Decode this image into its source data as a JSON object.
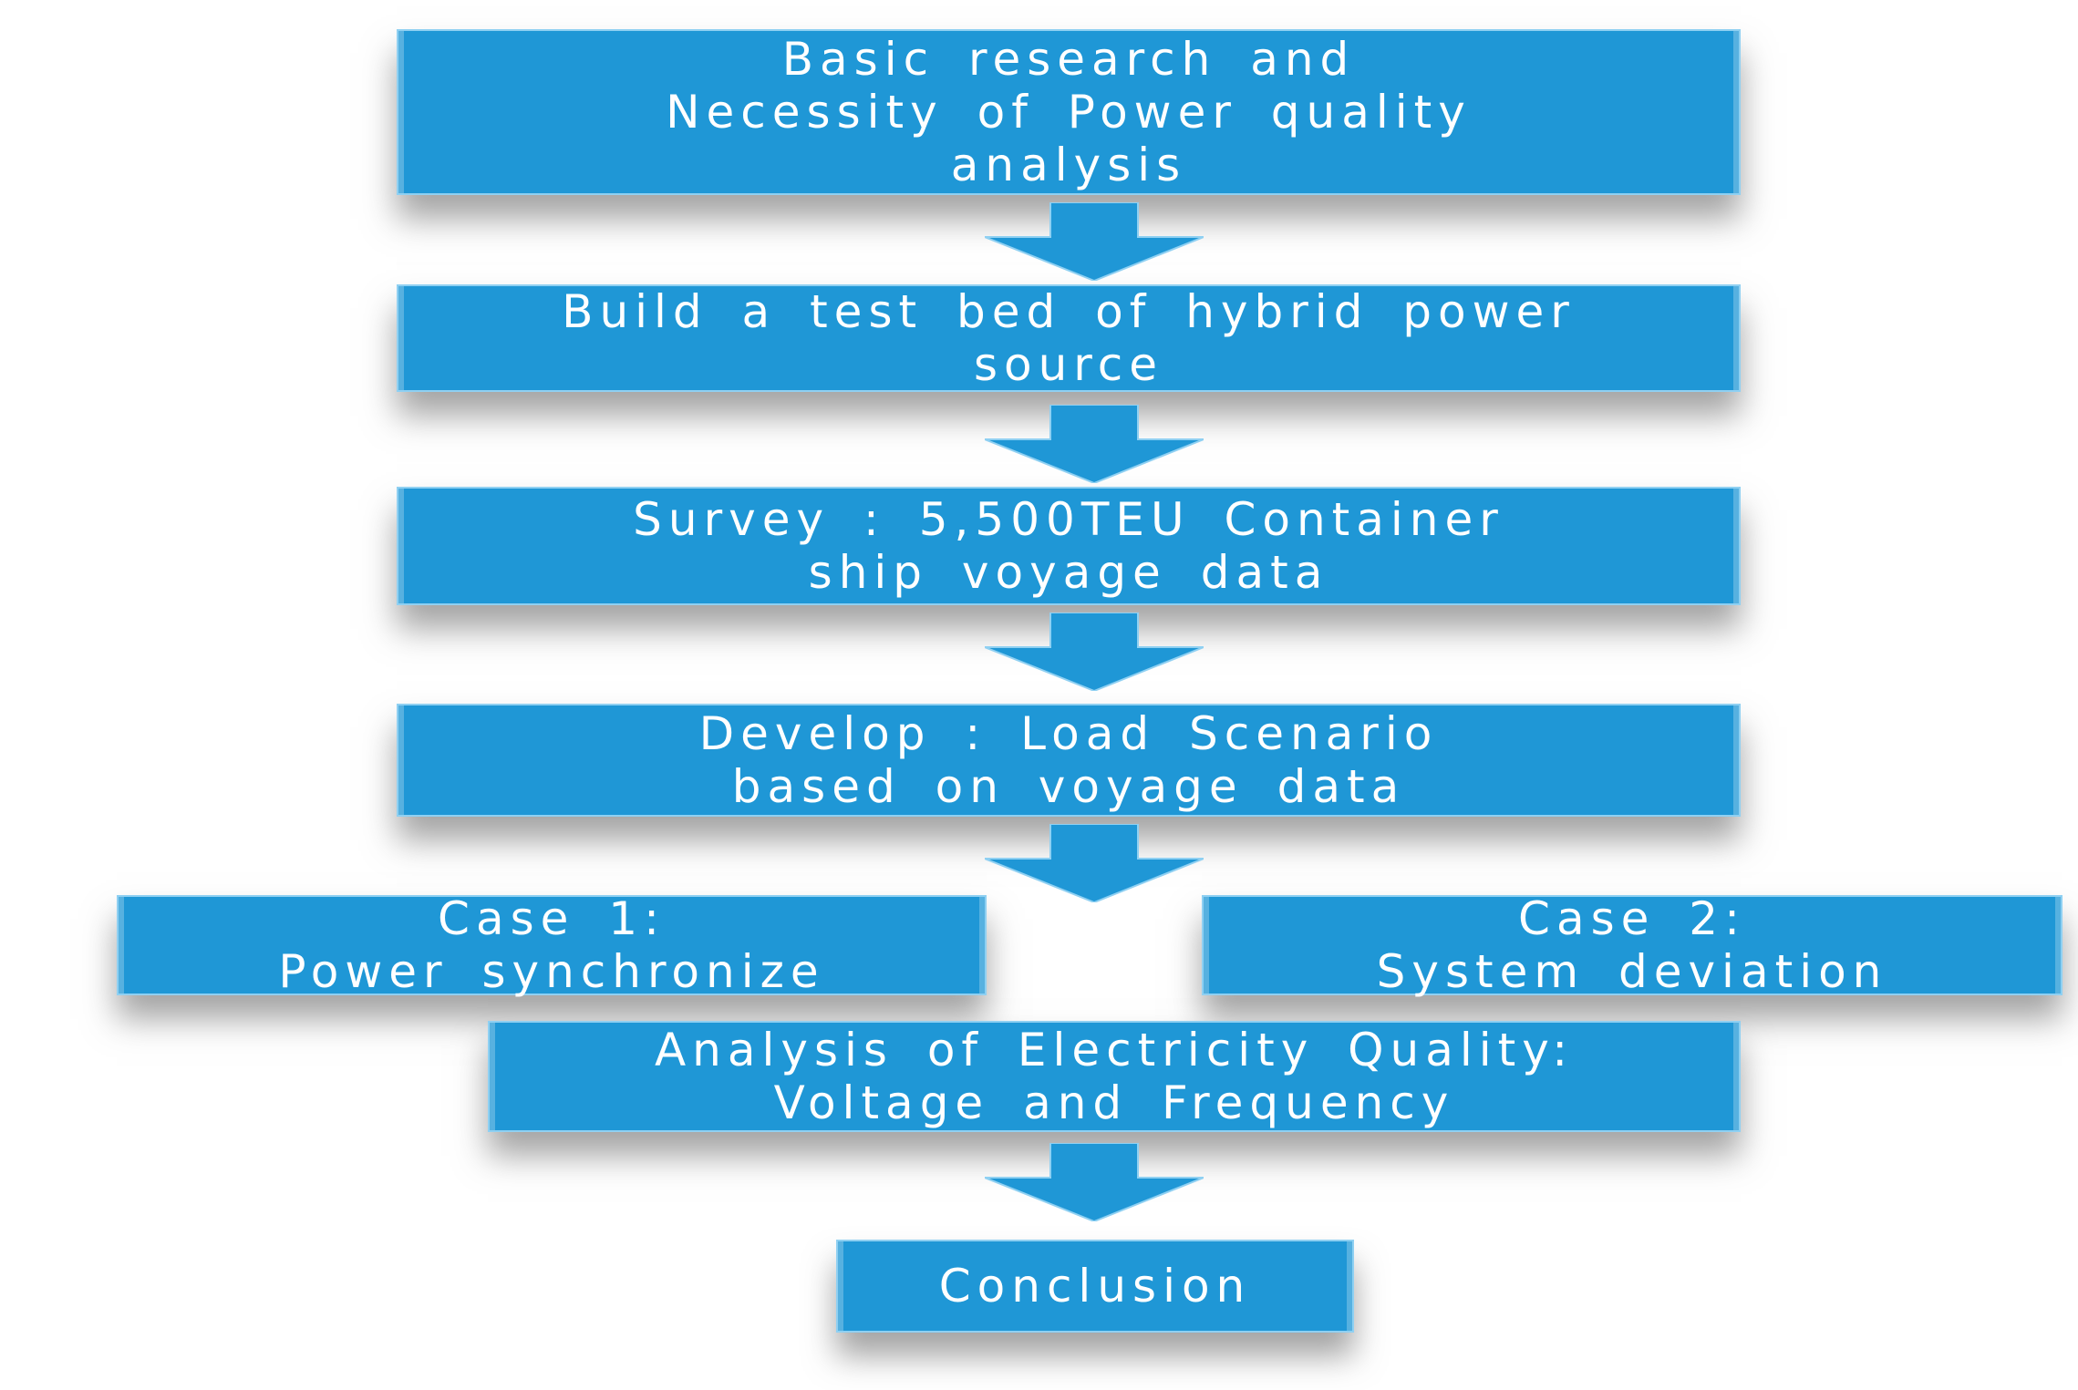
{
  "colors": {
    "box_fill": "#1f97d6",
    "box_border": "#8fd0f2",
    "text": "#ffffff"
  },
  "flow": {
    "step1": "Basic research and\nNecessity of Power quality\nanalysis",
    "step2": "Build a test bed of hybrid power\nsource",
    "step3": "Survey : 5,500TEU Container\nship voyage data",
    "step4": "Develop : Load Scenario\nbased on voyage data",
    "case1": "Case 1:\nPower synchronize",
    "case2": "Case 2:\nSystem deviation",
    "step5": "Analysis of Electricity Quality:\nVoltage and Frequency",
    "step6": "Conclusion"
  }
}
